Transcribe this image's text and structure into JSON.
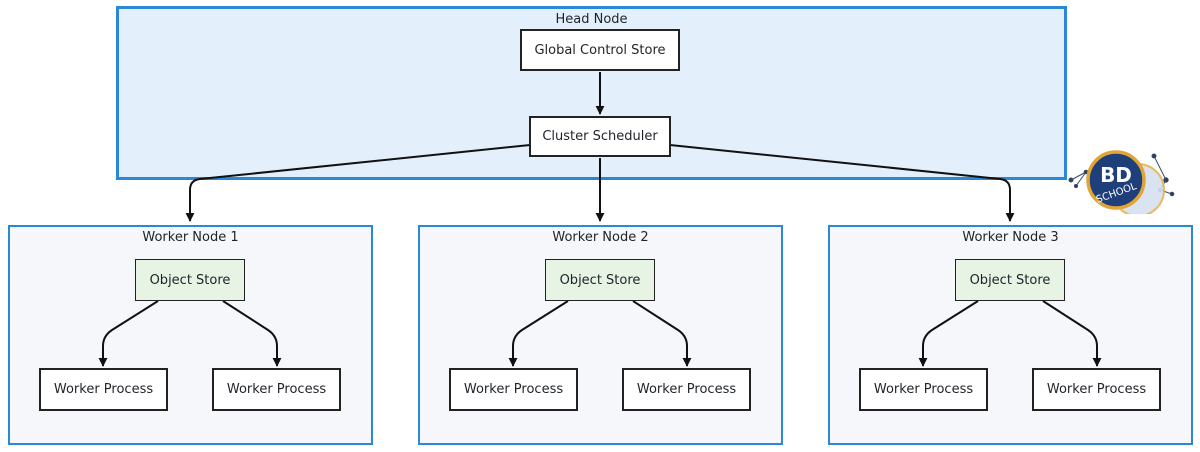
{
  "head_node": {
    "title": "Head Node",
    "gcs_label": "Global Control Store",
    "scheduler_label": "Cluster Scheduler"
  },
  "workers": [
    {
      "title": "Worker Node 1",
      "store_label": "Object Store",
      "proc_a_label": "Worker Process",
      "proc_b_label": "Worker Process"
    },
    {
      "title": "Worker Node 2",
      "store_label": "Object Store",
      "proc_a_label": "Worker Process",
      "proc_b_label": "Worker Process"
    },
    {
      "title": "Worker Node 3",
      "store_label": "Object Store",
      "proc_a_label": "Worker Process",
      "proc_b_label": "Worker Process"
    }
  ],
  "logo": {
    "text_top": "BD",
    "text_bottom": "SCHOOL"
  },
  "colors": {
    "cluster_border": "#2b88d8",
    "head_fill": "#e3f0fb",
    "worker_fill": "#f5f7fb",
    "store_fill": "#e7f3e3"
  }
}
